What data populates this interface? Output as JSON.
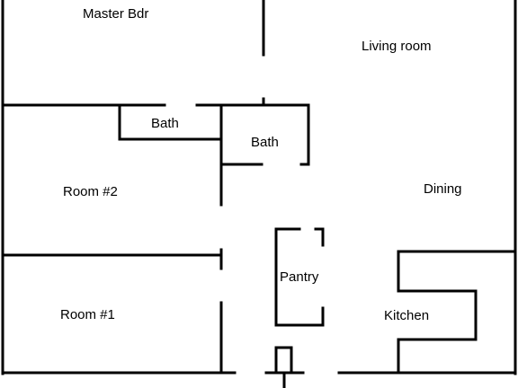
{
  "floor_plan": {
    "rooms": {
      "master_bdr": "Master Bdr",
      "living_room": "Living room",
      "bath_left": "Bath",
      "bath_right": "Bath",
      "room_2": "Room #2",
      "dining": "Dining",
      "pantry": "Pantry",
      "room_1": "Room #1",
      "kitchen": "Kitchen"
    },
    "wall_color": "#000000",
    "background_color": "#ffffff"
  }
}
